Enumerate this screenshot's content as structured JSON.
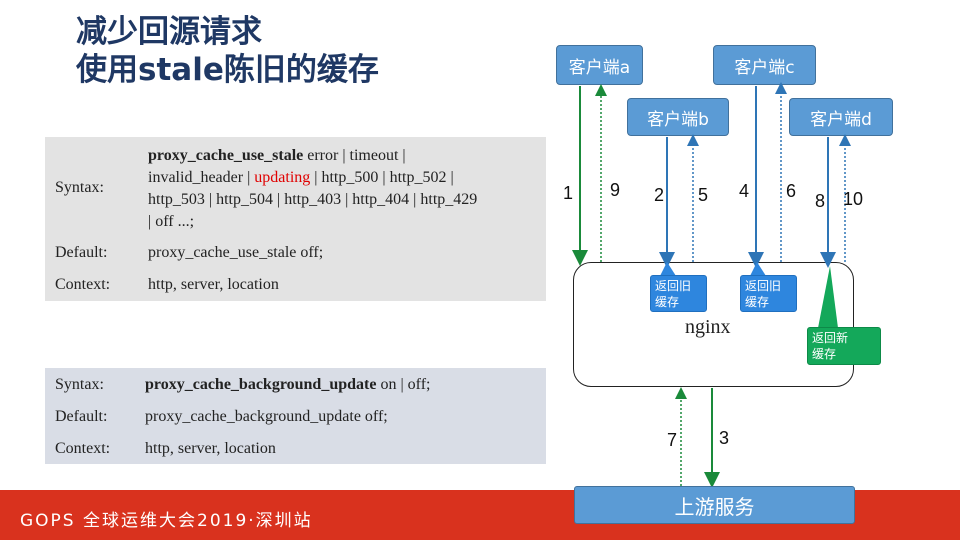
{
  "title": {
    "line1": "减少回源请求",
    "line2": "使用stale陈旧的缓存"
  },
  "directive1": {
    "syntax_label": "Syntax:",
    "syntax_name": "proxy_cache_use_stale",
    "syntax_line1_rest": "error | timeout |",
    "syntax_line2_pre": "invalid_header  |",
    "syntax_line2_highlight": "updating",
    "syntax_line2_post": "| http_500 | http_502 |",
    "syntax_line3": "http_503 | http_504 | http_403 | http_404 | http_429",
    "syntax_line4": "| off ...;",
    "default_label": "Default:",
    "default_value": "proxy_cache_use_stale off;",
    "context_label": "Context:",
    "context_value": "http, server, location"
  },
  "directive2": {
    "syntax_label": "Syntax:",
    "syntax_name": "proxy_cache_background_update",
    "syntax_rest": "on | off;",
    "default_label": "Default:",
    "default_value": "proxy_cache_background_update off;",
    "context_label": "Context:",
    "context_value": "http, server, location"
  },
  "diagram": {
    "clients": {
      "a": "客户端a",
      "b": "客户端b",
      "c": "客户端c",
      "d": "客户端d"
    },
    "nginx": "nginx",
    "upstream": "上游服务",
    "callouts": {
      "old1_line1": "返回旧",
      "old1_line2": "缓存",
      "old2_line1": "返回旧",
      "old2_line2": "缓存",
      "new_line1": "返回新",
      "new_line2": "缓存"
    },
    "numbers": {
      "n1": "1",
      "n2": "2",
      "n3": "3",
      "n4": "4",
      "n5": "5",
      "n6": "6",
      "n7": "7",
      "n8": "8",
      "n9": "9",
      "n10": "10"
    },
    "colors": {
      "request_green": "#1a8a3a",
      "response_blue": "#2e75b6",
      "client_fill": "#5b9bd5",
      "callout_blue": "#2e86de",
      "callout_green": "#14a85a"
    }
  },
  "footer": {
    "text": "GOPS 全球运维大会2019·深圳站",
    "color": "#d9321e"
  }
}
